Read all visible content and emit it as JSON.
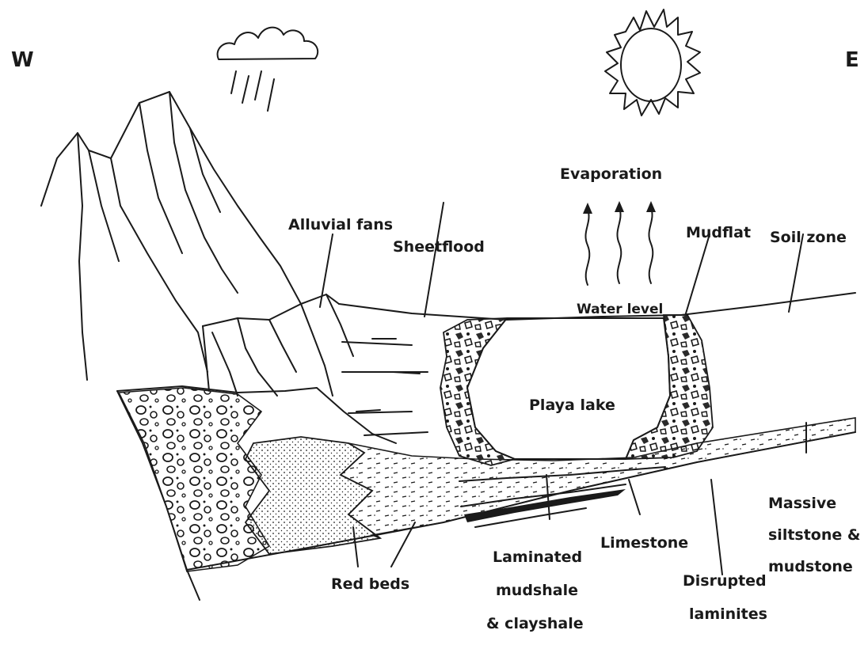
{
  "directions": {
    "west": "W",
    "east": "E"
  },
  "labels": {
    "evaporation": "Evaporation",
    "alluvial_fans": "Alluvial fans",
    "sheetflood": "Sheetflood",
    "mudflat": "Mudflat",
    "soil_zone": "Soil zone",
    "water_level": "Water level",
    "playa_lake": "Playa lake",
    "massive_line1": "Massive",
    "massive_line2": "siltstone &",
    "massive_line3": "mudstone",
    "limestone": "Limestone",
    "laminated_line1": "Laminated",
    "laminated_line2": "mudshale",
    "laminated_line3": "& clayshale",
    "disrupted_line1": "Disrupted",
    "disrupted_line2": "laminites",
    "red_beds": "Red beds"
  },
  "icons": {
    "cloud": "rain-cloud-icon",
    "sun": "sun-icon"
  }
}
